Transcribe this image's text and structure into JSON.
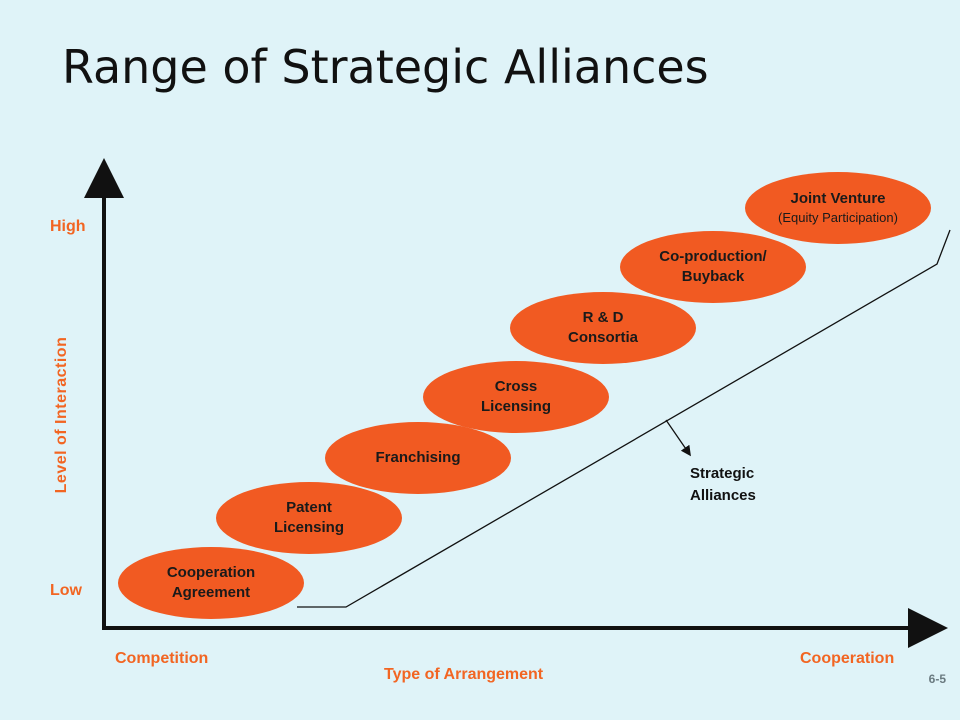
{
  "title": "Range of Strategic Alliances",
  "y_axis": {
    "label": "Level of Interaction",
    "high": "High",
    "low": "Low"
  },
  "x_axis": {
    "label": "Type of Arrangement",
    "left": "Competition",
    "right": "Cooperation"
  },
  "alliances": [
    {
      "line1": "Cooperation",
      "line2": "Agreement",
      "sub": ""
    },
    {
      "line1": "Patent",
      "line2": "Licensing",
      "sub": ""
    },
    {
      "line1": "Franchising",
      "line2": "",
      "sub": ""
    },
    {
      "line1": "Cross",
      "line2": "Licensing",
      "sub": ""
    },
    {
      "line1": "R & D",
      "line2": "Consortia",
      "sub": ""
    },
    {
      "line1": "Co-production/",
      "line2": "Buyback",
      "sub": ""
    },
    {
      "line1": "Joint Venture",
      "line2": "",
      "sub": "(Equity Participation)"
    }
  ],
  "strategic_alliances_label": {
    "line1": "Strategic",
    "line2": "Alliances"
  },
  "slide_number": "6-5",
  "colors": {
    "background": "#dff3f8",
    "ellipse": "#f15a22",
    "accent_text": "#f26522"
  }
}
